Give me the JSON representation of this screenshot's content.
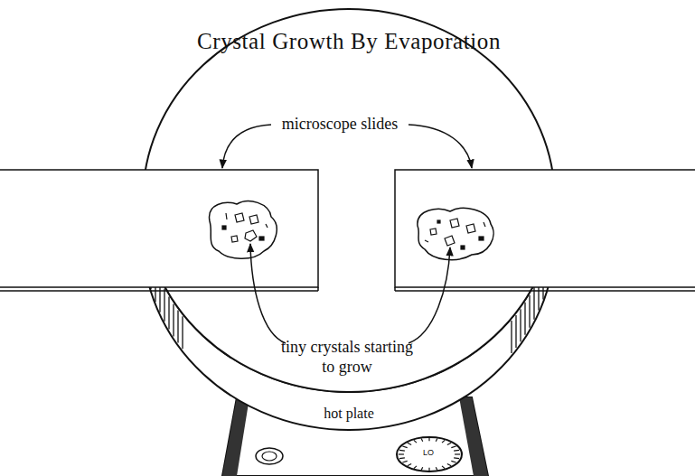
{
  "diagram": {
    "title": "Crystal Growth By Evaporation",
    "labels": [
      "microscope slides",
      "tiny crystals starting to grow",
      "hot plate",
      "LO"
    ]
  }
}
